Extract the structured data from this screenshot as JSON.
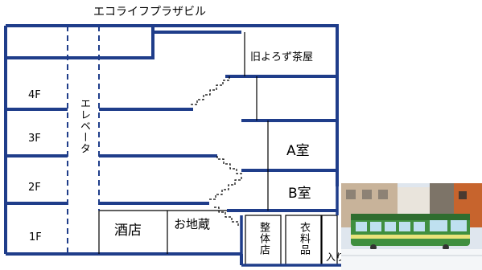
{
  "title": "エコライフプラザビル",
  "floors": {
    "f4": "4F",
    "f3": "3F",
    "f2": "2F",
    "f1": "1F"
  },
  "elevator": "エレベータ",
  "rooms": {
    "old_shop": "旧よろず茶屋",
    "room_a": "A室",
    "room_b": "B室",
    "liquor": "酒店",
    "jizo": "お地蔵",
    "seitai": "整体店",
    "clothing": "衣料品",
    "entrance": "入り口"
  },
  "colors": {
    "wall": "#1f3d8a",
    "line": "#000000"
  }
}
